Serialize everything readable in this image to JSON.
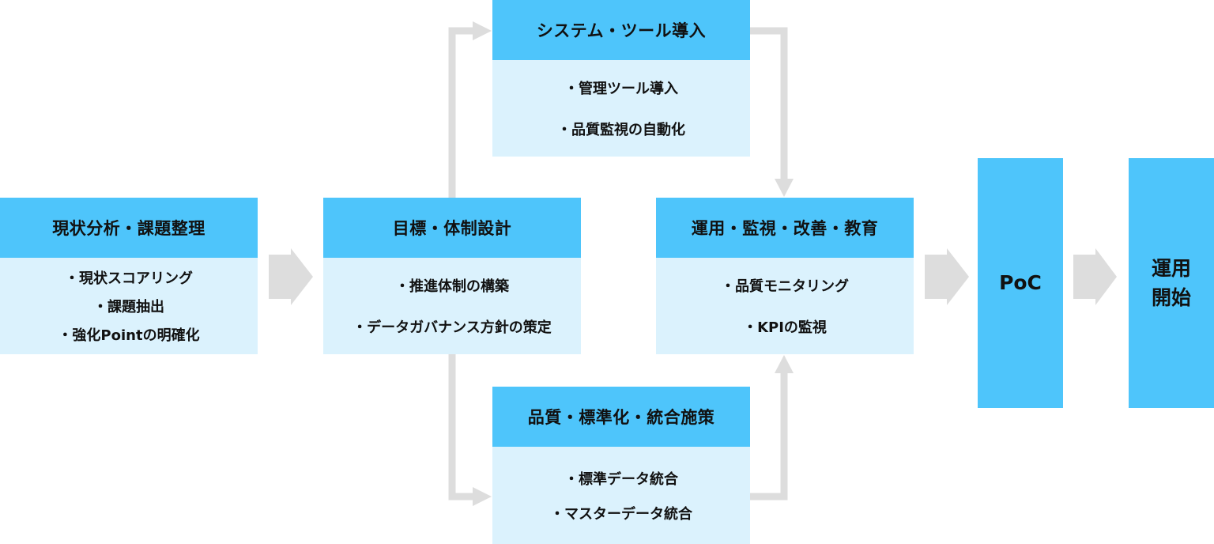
{
  "colors": {
    "header": "#4ec5fb",
    "body": "#dbf2fd",
    "arrow": "#dddddd"
  },
  "steps": {
    "analysis": {
      "title": "現状分析・課題整理",
      "items": [
        "・現状スコアリング",
        "・課題抽出",
        "・強化Pointの明確化"
      ]
    },
    "design": {
      "title": "目標・体制設計",
      "items": [
        "・推進体制の構築",
        "・データガバナンス方針の策定"
      ]
    },
    "system": {
      "title": "システム・ツール導入",
      "items": [
        "・管理ツール導入",
        "・品質監視の自動化"
      ]
    },
    "quality": {
      "title": "品質・標準化・統合施策",
      "items": [
        "・標準データ統合",
        "・マスターデータ統合"
      ]
    },
    "operation": {
      "title": "運用・監視・改善・教育",
      "items": [
        "・品質モニタリング",
        "・KPIの監視"
      ]
    },
    "poc": {
      "label": "PoC"
    },
    "start": {
      "line1": "運用",
      "line2": "開始"
    }
  }
}
